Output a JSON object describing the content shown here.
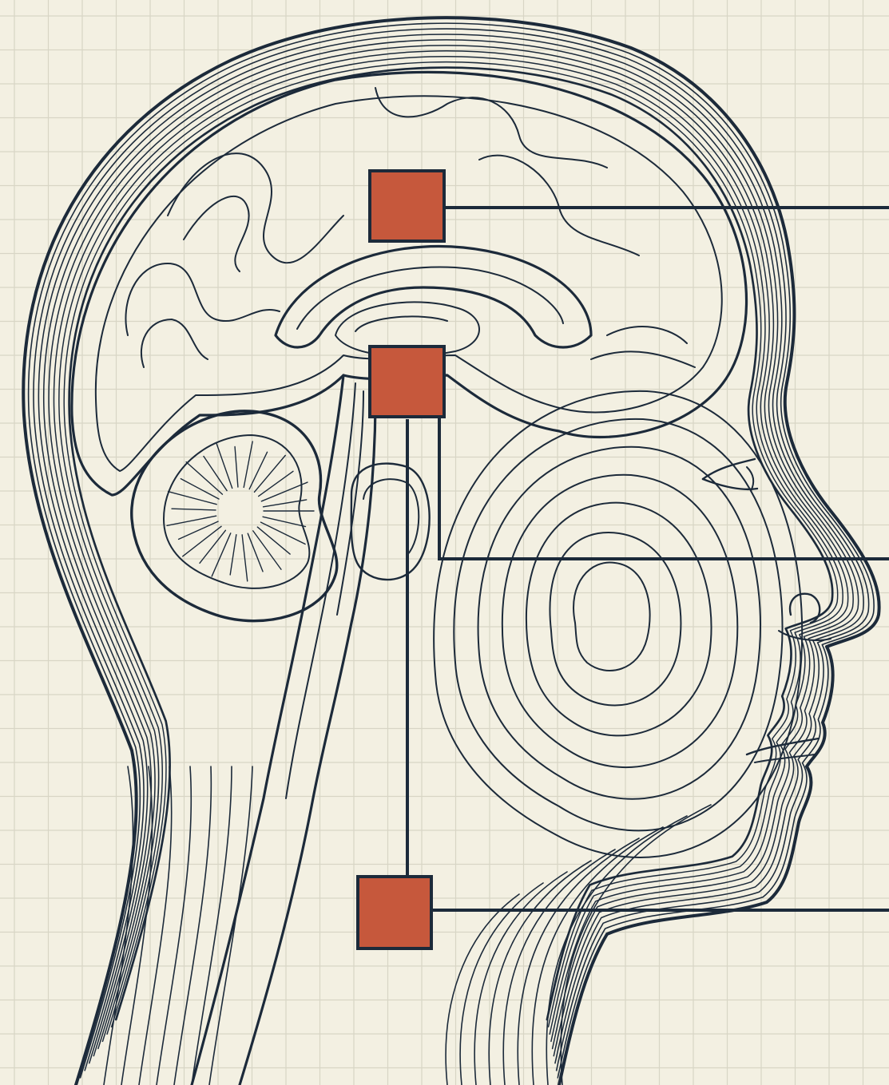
{
  "diagram": {
    "subject": "sagittal-head-brain-line-art",
    "colors": {
      "paper": "#f3f0e2",
      "grid": "#d8d5c5",
      "ink": "#1c2a3a",
      "marker_fill": "#c6583c"
    },
    "grid_visible": true,
    "markers": [
      {
        "id": "marker-upper",
        "region": "cerebral-cortex",
        "label": ""
      },
      {
        "id": "marker-middle",
        "region": "midbrain-thalamus",
        "label": ""
      },
      {
        "id": "marker-lower",
        "region": "neck-spinal-cord",
        "label": ""
      }
    ],
    "leader_lines_count": 3
  }
}
